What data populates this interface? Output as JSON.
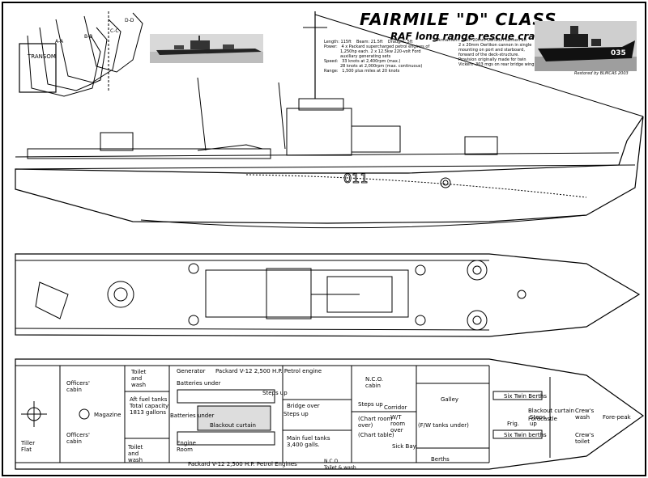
{
  "title": "FAIRMILE \"D\" CLASS",
  "subtitle": "RAF long range rescue craft",
  "credit": "Restored by BLMCAS 2003",
  "sections": {
    "transom": "TRANSOM",
    "aa": "A-A",
    "bb": "B-B",
    "cc": "C-C",
    "dd": "D-D"
  },
  "specs": {
    "length": "Length: 115ft    Beam: 21.5ft    Draught: 5ft",
    "power1": "Power:   4 x Packard supercharged petrol engines of",
    "power2": "1,250hp each. 2 x 12.5kw 220-volt Ford",
    "power3": "auxiliary generating sets",
    "speed1": "Speed:   33 knots at 2,400rpm (max.)",
    "speed2": "28 knots at 2,000rpm (max. continuous)",
    "range": "Range:   1,500 plus miles at 20 knots",
    "arm1": "Armament:  twin 20mm Oerlikon cannon aft",
    "arm2": "2 x 20mm Oerlikon cannon in single",
    "arm3": "mounting on port and starboard,",
    "arm4": "forward of the deck-structure.",
    "arm5": "Provision originally made for twin",
    "arm6": "Vickers .303 mgs on rear bridge wings."
  },
  "hull_number": "011",
  "photo_number": "035",
  "labels": {
    "tiller_flat": "Tiller\nFlat",
    "officers_cabin_1": "Officers'\ncabin",
    "officers_cabin_2": "Officers'\ncabin",
    "magazine": "Magazine",
    "toilet_wash_1": "Toilet\nand\nwash",
    "toilet_wash_2": "Toilet\nand\nwash",
    "aft_fuel": "Aft fuel tanks\nTotal capacity\n1813 gallons",
    "generator": "Generator",
    "packard_upper": "Packard V-12 2,500 H.P. Petrol engine",
    "packard_lower": "Packard V-12 2,500 H.P. Petrol Engines",
    "batteries_1": "Batteries under",
    "batteries_2": "Batteries under",
    "blackout_1": "Blackout curtain",
    "steps_up_1": "Steps up",
    "steps_up_2": "Steps up",
    "steps_up_3": "Steps up",
    "steps_up_4": "Steps\nup",
    "engine_room": "Engine\nRoom",
    "nco_cabin": "N.C.O.\ncabin",
    "bridge_over": "Bridge over",
    "main_fuel": "Main fuel tanks\n3,400 galls.",
    "chart_room": "(Chart room\nover)",
    "chart_table": "(Chart table)",
    "wt_room": "W/T\nroom\nover",
    "corridor": "Corridor",
    "fw_tanks": "(F/W tanks under)",
    "sick_bay": "Sick Bay",
    "berths": "Berths",
    "galley": "Galley",
    "nco_toilet": "N.C.O.\nToilet & wash",
    "six_twin_1": "Six Twin Berths",
    "six_twin_2": "Six Twin berths",
    "blackout_2": "Blackout curtain",
    "forecastle": "Forecastle",
    "frig": "Frig.",
    "crews_wash": "Crew's\nwash",
    "crews_toilet": "Crew's\ntoilet",
    "fore_peak": "Fore-peak"
  }
}
